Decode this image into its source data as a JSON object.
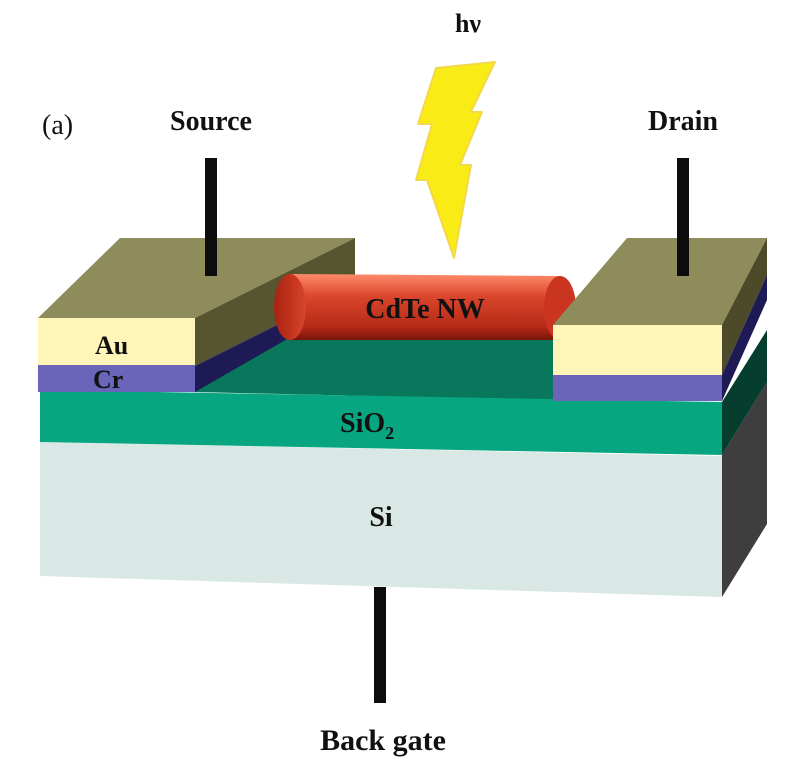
{
  "diagram": {
    "panel_label": "(a)",
    "light_label": "hν",
    "source_label": "Source",
    "drain_label": "Drain",
    "back_gate_label": "Back gate",
    "nanowire_label": "CdTe NW",
    "au_label": "Au",
    "cr_label": "Cr",
    "sio2_label": "SiO",
    "sio2_subscript": "2",
    "si_label": "Si"
  },
  "colors": {
    "au": "#fff5b8",
    "cr": "#6a65b9",
    "sio2": "#07a680",
    "si": "#d9e8e4",
    "nanowire": "#c93520",
    "lightning": "#f9eb16",
    "electrode_top": "#8f8c5b",
    "leads": "#0c0c0c"
  },
  "icons": {
    "light": "lightning-bolt-icon"
  }
}
